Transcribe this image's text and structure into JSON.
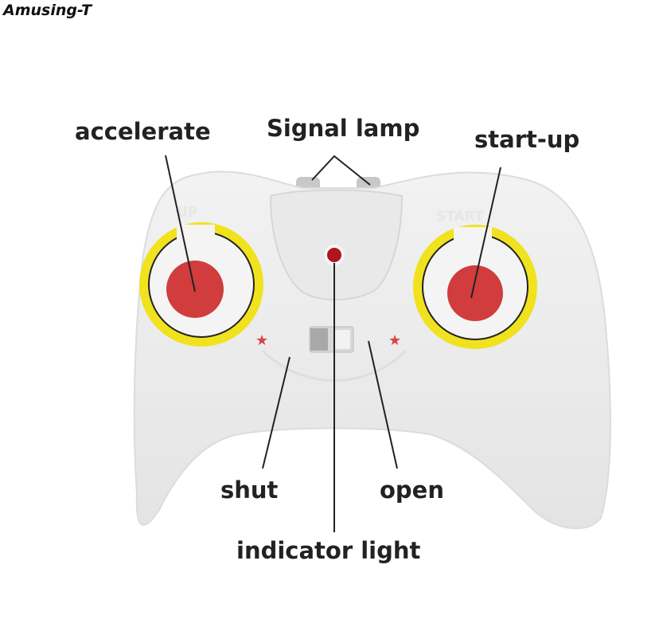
{
  "watermark": "Amusing-T",
  "labels": {
    "accelerate": "accelerate",
    "signal_lamp": "Signal lamp",
    "start_up": "start-up",
    "shut": "shut",
    "open": "open",
    "indicator_light": "indicator light"
  },
  "embossed": {
    "left": "UP",
    "right": "START"
  },
  "colors": {
    "body": "#ececec",
    "ring": "#f0e21e",
    "button": "#d13c3c",
    "led": "#b0141c",
    "star": "#e04040"
  }
}
